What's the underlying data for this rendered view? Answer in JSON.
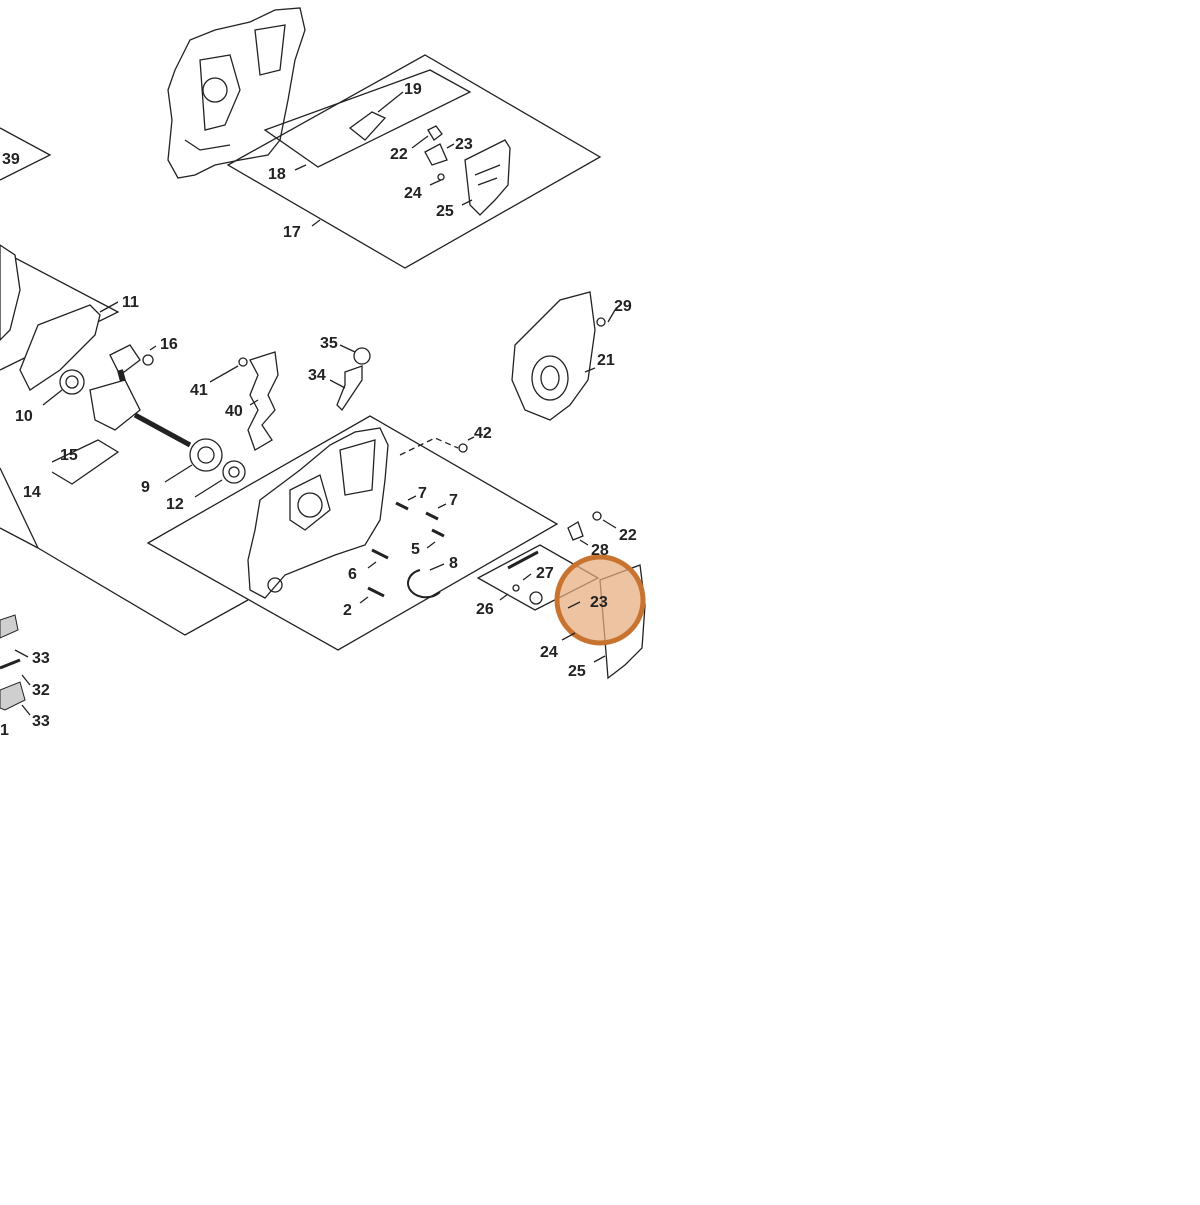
{
  "diagram": {
    "labels": [
      "19",
      "23",
      "22",
      "18",
      "24",
      "25",
      "17",
      "39",
      "11",
      "16",
      "29",
      "21",
      "35",
      "34",
      "41",
      "40",
      "10",
      "15",
      "14",
      "9",
      "12",
      "42",
      "7",
      "7",
      "22",
      "28",
      "5",
      "6",
      "8",
      "27",
      "23",
      "26",
      "2",
      "24",
      "25",
      "33",
      "32",
      "33",
      "1"
    ],
    "highlight": {
      "label": "23",
      "fill": "#e6ac7e",
      "stroke": "#c87430"
    }
  }
}
